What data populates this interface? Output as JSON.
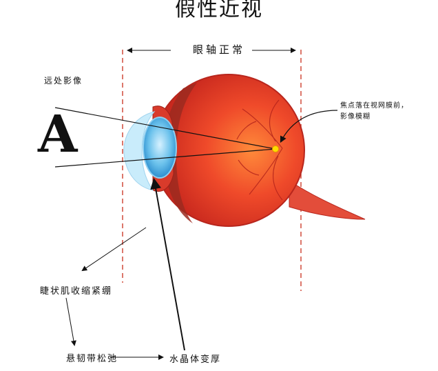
{
  "title": "假性近视",
  "axis_label": "眼轴正常",
  "labels": {
    "far_image": "远处影像",
    "letter": "A",
    "focus_line1": "焦点落在视网膜前，",
    "focus_line2": "影像模糊",
    "ciliary": "睫状肌收缩紧绷",
    "zonule": "悬韧带松弛",
    "lens": "水晶体变厚"
  },
  "colors": {
    "sclera": "#e8342a",
    "sclera_dark": "#b8261d",
    "cornea": "#bfe6f7",
    "lens": "#5fb7e6",
    "focus_point": "#ffdd00",
    "guide_line": "#d04a3a"
  }
}
